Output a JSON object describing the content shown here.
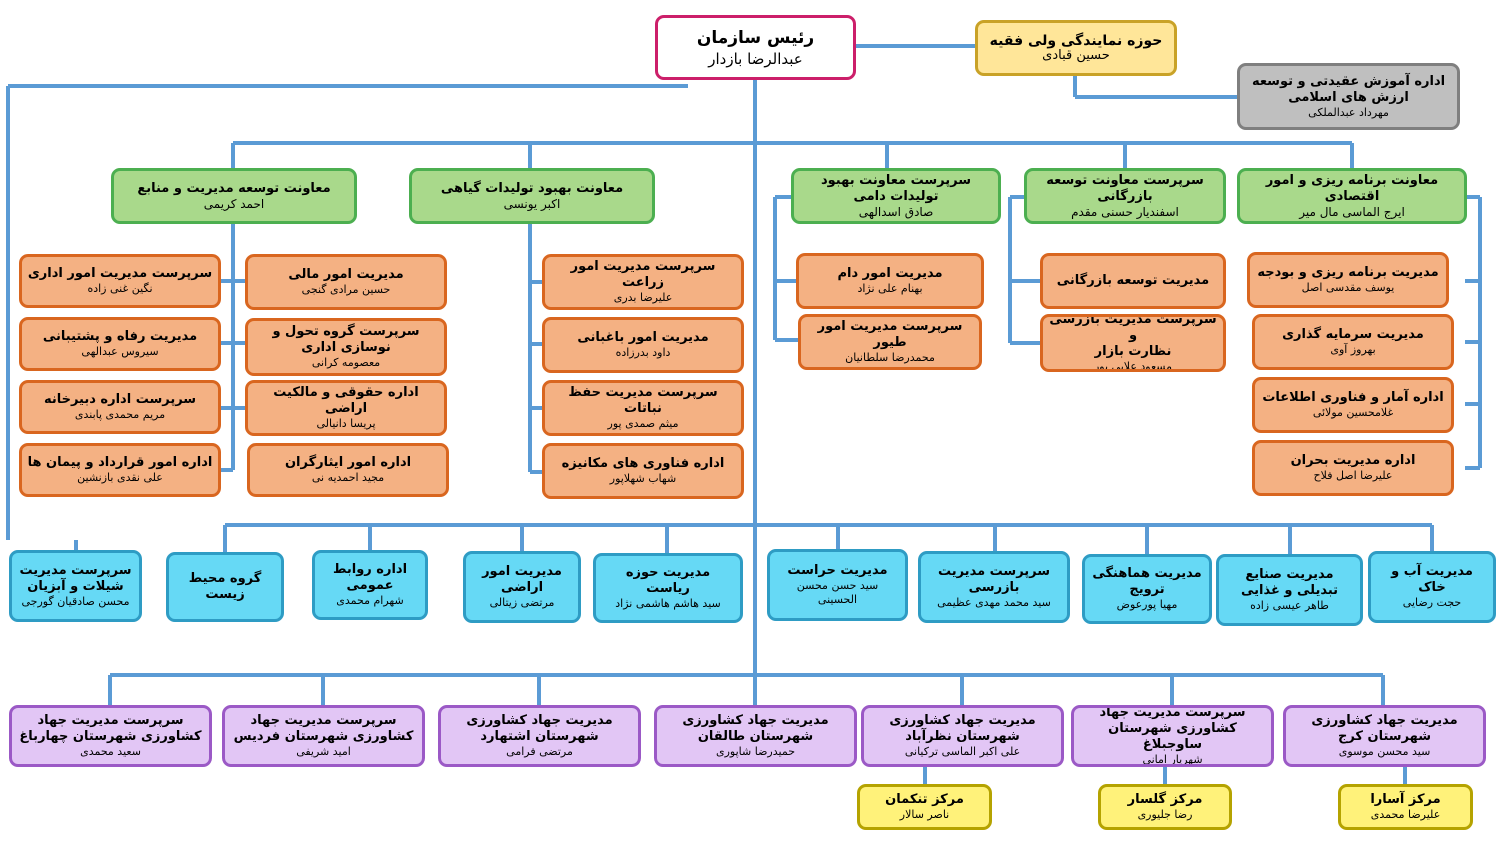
{
  "colors": {
    "line": "#5b9bd5",
    "root_border": "#cc1f6a",
    "rep_fill": "#ffe699",
    "rep_border": "#c9a227",
    "gray_fill": "#bfbfbf",
    "gray_border": "#7f7f7f",
    "green_fill": "#a9d98b",
    "green_border": "#4caf50",
    "orange_fill": "#f4b183",
    "orange_border": "#d9661f",
    "blue_fill": "#66d9f5",
    "blue_border": "#2e9cc4",
    "purple_fill": "#e2c6f5",
    "purple_border": "#9b59c6",
    "yellow_fill": "#fff27a",
    "yellow_border": "#b5a300"
  },
  "root": {
    "title": "رئیس سازمان",
    "name": "عبدالرضا بازدار"
  },
  "representative": {
    "title": "حوزه نمایندگی ولی فقیه",
    "name": "حسین قبادی"
  },
  "ideology_office": {
    "title": "اداره آموزش عقیدتی و توسعه\nارزش های اسلامی",
    "name": "مهرداد عبدالملکی"
  },
  "deputies": {
    "resources": {
      "title": "معاونت توسعه مدیریت و منابع",
      "name": "احمد کریمی"
    },
    "plant": {
      "title": "معاونت بهبود تولیدات گیاهی",
      "name": "اکبر یونسی"
    },
    "livestock": {
      "title": "سرپرست معاونت بهبود\nتولیدات دامی",
      "name": "صادق اسدالهی"
    },
    "commerce": {
      "title": "سرپرست معاونت توسعه بازرگانی",
      "name": "اسفندیار حسنی مقدم"
    },
    "planning": {
      "title": "معاونت برنامه ریزی و امور اقتصادی",
      "name": "ایرج الماسی مال میر"
    }
  },
  "resources_units": [
    {
      "title": "سرپرست مدیریت امور اداری",
      "name": "نگین غنی زاده"
    },
    {
      "title": "مدیریت رفاه و پشتیبانی",
      "name": "سیروس عبدالهی"
    },
    {
      "title": "سرپرست اداره دبیرخانه",
      "name": "مریم محمدی پابندی"
    },
    {
      "title": "اداره امور قرارداد و پیمان ها",
      "name": "علی نقدی بازنشین"
    },
    {
      "title": "مدیریت امور مالی",
      "name": "حسین مرادی گنجی"
    },
    {
      "title": "سرپرست گروه تحول و\nنوسازی اداری",
      "name": "معصومه کرانی"
    },
    {
      "title": "اداره حقوقی و مالکیت اراضی",
      "name": "پریسا دانیالی"
    },
    {
      "title": "اداره امور ایثارگران",
      "name": "مجید احمدیه نی"
    }
  ],
  "plant_units": [
    {
      "title": "سرپرست مدیریت امور زراعت",
      "name": "علیرضا بدری"
    },
    {
      "title": "مدیریت امور باغبانی",
      "name": "داود بدرزاده"
    },
    {
      "title": "سرپرست مدیریت حفظ نباتات",
      "name": "میثم صمدی پور"
    },
    {
      "title": "اداره فناوری های مکانیزه",
      "name": "شهاب شهلاپور"
    }
  ],
  "livestock_units": [
    {
      "title": "مدیریت امور دام",
      "name": "بهنام علی نژاد"
    },
    {
      "title": "سرپرست مدیریت امور طیور",
      "name": "محمدرضا سلطانیان"
    }
  ],
  "commerce_units": [
    {
      "title": "مدیریت توسعه بازرگانی",
      "name": ""
    },
    {
      "title": "سرپرست مدیریت بازرسی و\nنظارت بازار",
      "name": "مسعود علایی پور"
    }
  ],
  "planning_units": [
    {
      "title": "مدیریت برنامه ریزی و بودجه",
      "name": "یوسف مقدسی اصل"
    },
    {
      "title": "مدیریت سرمایه گذاری",
      "name": "بهروز آوی"
    },
    {
      "title": "اداره آمار و فناوری اطلاعات",
      "name": "غلامحسین مولائی"
    },
    {
      "title": "اداره مدیریت بحران",
      "name": "علیرضا اصل فلاح"
    }
  ],
  "direct_units": [
    {
      "title": "سرپرست مدیریت\nشیلات و آبزیان",
      "name": "محسن صادقیان گورجی"
    },
    {
      "title": "گروه محیط\nزیست",
      "name": ""
    },
    {
      "title": "اداره روابط\nعمومی",
      "name": "شهرام محمدی"
    },
    {
      "title": "مدیریت امور\nاراضی",
      "name": "مرتضی زیتالی"
    },
    {
      "title": "مدیریت حوزه\nریاست",
      "name": "سید هاشم هاشمی نژاد"
    },
    {
      "title": "مدیریت حراست",
      "name": "سید حسن محسن\nالحسینی"
    },
    {
      "title": "سرپرست مدیریت\nبازرسی",
      "name": "سید محمد مهدی عظیمی"
    },
    {
      "title": "مدیریت هماهنگی\nترویج",
      "name": "مهیا پورعوض"
    },
    {
      "title": "مدیریت صنایع\nتبدیلی و غذایی",
      "name": "طاهر عیسی زاده"
    },
    {
      "title": "مدیریت آب و\nخاک",
      "name": "حجت رضایی"
    }
  ],
  "county_units": [
    {
      "title": "سرپرست مدیریت جهاد\nکشاورزی شهرستان چهارباغ",
      "name": "سعید محمدی"
    },
    {
      "title": "سرپرست مدیریت جهاد\nکشاورزی شهرستان فردیس",
      "name": "امید شریفی"
    },
    {
      "title": "مدیریت جهاد کشاورزی\nشهرستان اشتهارد",
      "name": "مرتضی فرامی"
    },
    {
      "title": "مدیریت جهاد کشاورزی\nشهرستان طالقان",
      "name": "حمیدرضا شاپوری"
    },
    {
      "title": "مدیریت جهاد کشاورزی\nشهرستان نظرآباد",
      "name": "علی اکبر الماسی ترکیانی"
    },
    {
      "title": "سرپرست مدیریت جهاد\nکشاورزی شهرستان ساوجبلاغ",
      "name": "شهریار امانی"
    },
    {
      "title": "مدیریت جهاد کشاورزی\nشهرستان کرج",
      "name": "سید محسن موسوی"
    }
  ],
  "centers": [
    {
      "title": "مرکز تنکمان",
      "name": "ناصر سالار"
    },
    {
      "title": "مرکز گلسار",
      "name": "رضا جلیوری"
    },
    {
      "title": "مرکز آسارا",
      "name": "علیرضا محمدی"
    }
  ]
}
